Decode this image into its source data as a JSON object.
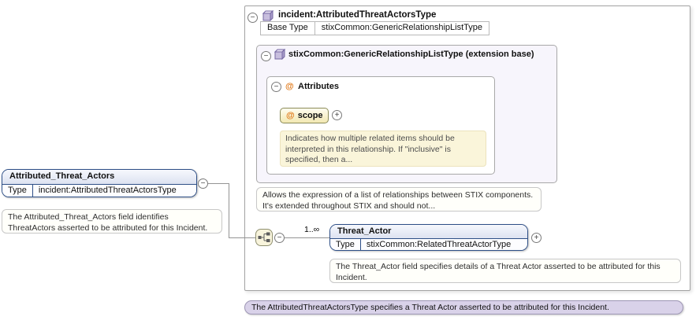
{
  "element": {
    "name": "Attributed_Threat_Actors",
    "type_label": "Type",
    "type_value": "incident:AttributedThreatActorsType",
    "doc": "The Attributed_Threat_Actors field identifies ThreatActors asserted to be attributed for this Incident."
  },
  "panel": {
    "title": "incident:AttributedThreatActorsType",
    "base_type_label": "Base Type",
    "base_type_value": "stixCommon:GenericRelationshipListType",
    "extension": {
      "title": "stixCommon:GenericRelationshipListType (extension base)",
      "attributes_title": "Attributes",
      "scope_attr": {
        "name": "scope",
        "doc": "Indicates how multiple related items should be interpreted in this relationship. If \"inclusive\" is specified, then a..."
      },
      "doc": "Allows the expression of a list of relationships between STIX components. It's extended throughout STIX and should not..."
    },
    "child": {
      "cardinality": "1..∞",
      "name": "Threat_Actor",
      "type_label": "Type",
      "type_value": "stixCommon:RelatedThreatActorType",
      "doc": "The Threat_Actor field specifies details of a Threat Actor asserted to be attributed for this Incident."
    }
  },
  "footer_doc": "The AttributedThreatActorsType specifies a Threat Actor asserted to be attributed for this Incident.",
  "glyphs": {
    "collapse": "−",
    "expand": "+",
    "at": "@"
  },
  "colors": {
    "element_border": "#2e4f87",
    "extension_fill": "#f7f5fc",
    "attribute_fill": "#f2e8b2",
    "footer_fill": "#d9d2e9",
    "at_icon": "#e07818"
  }
}
